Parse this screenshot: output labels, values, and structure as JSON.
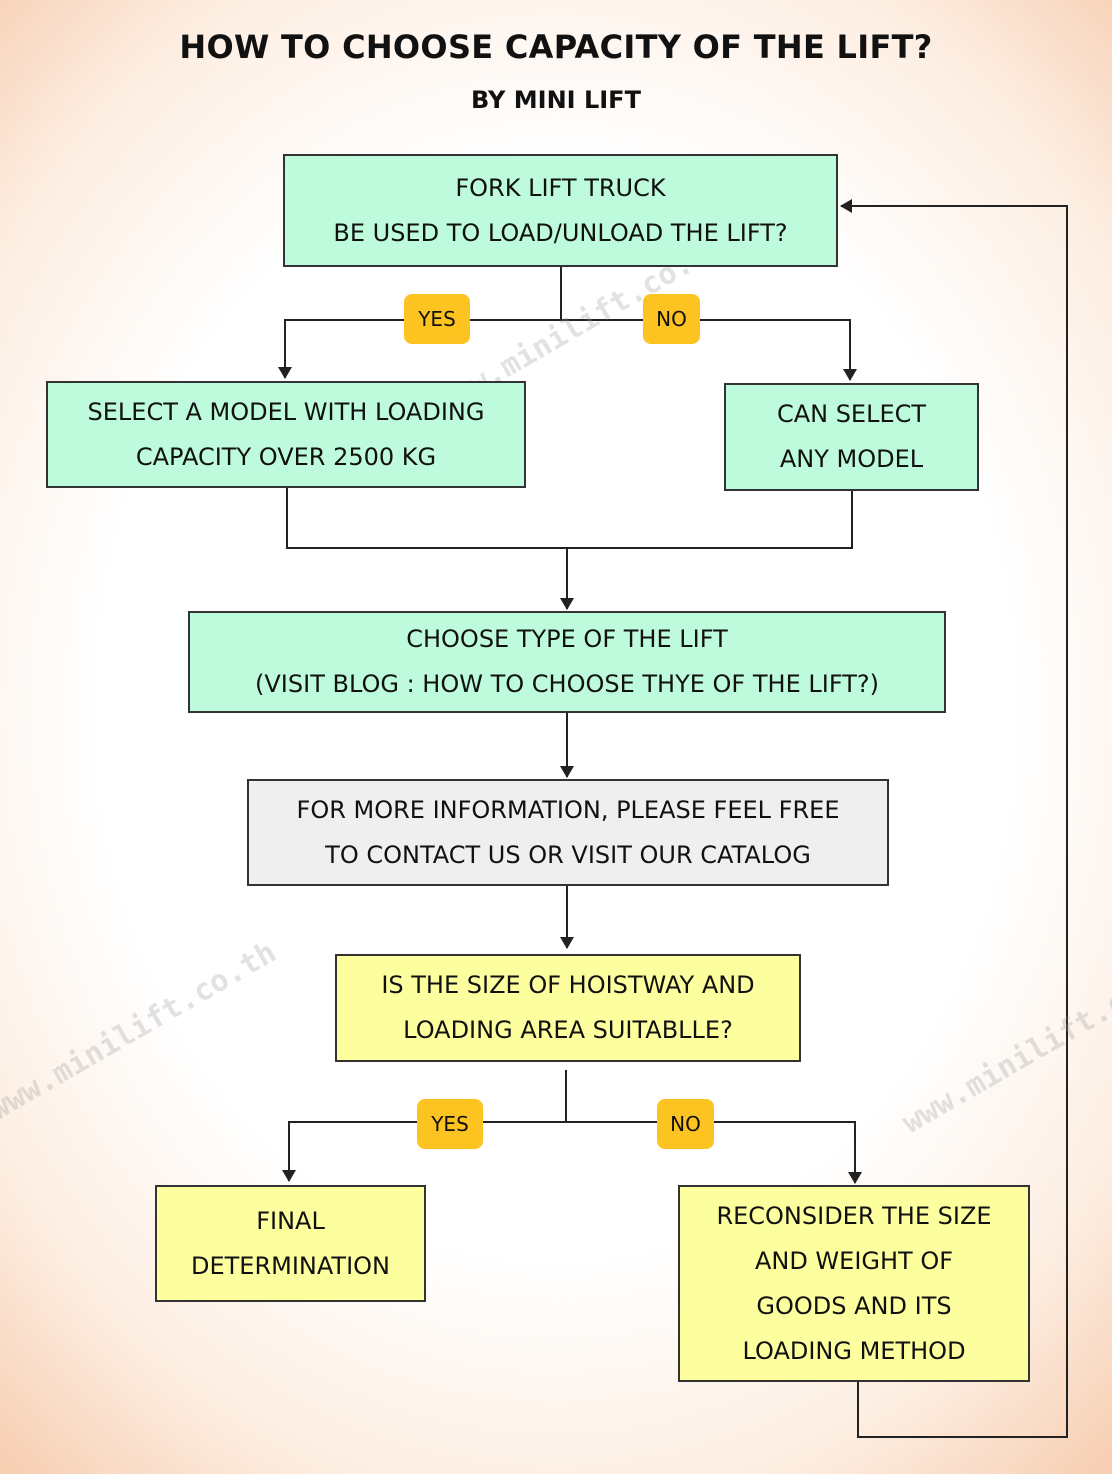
{
  "header": {
    "title": "HOW TO CHOOSE CAPACITY OF THE LIFT?",
    "subtitle": "BY MINI LIFT"
  },
  "nodes": {
    "forklift_question": {
      "lines": [
        "FORK LIFT TRUCK",
        "BE USED TO LOAD/UNLOAD THE LIFT?"
      ]
    },
    "select_model_2500": {
      "lines": [
        "SELECT A MODEL WITH LOADING",
        "CAPACITY OVER 2500 KG"
      ]
    },
    "any_model": {
      "lines": [
        "CAN SELECT",
        "ANY MODEL"
      ]
    },
    "choose_type": {
      "lines": [
        "CHOOSE TYPE OF THE LIFT",
        "(VISIT BLOG : HOW TO CHOOSE THYE OF THE LIFT?)"
      ]
    },
    "more_info": {
      "lines": [
        "FOR MORE INFORMATION, PLEASE FEEL FREE",
        "TO CONTACT US OR VISIT OUR CATALOG"
      ]
    },
    "size_question": {
      "lines": [
        "IS THE SIZE OF HOISTWAY AND",
        "LOADING AREA SUITABLLE?"
      ]
    },
    "final": {
      "lines": [
        "FINAL",
        "DETERMINATION"
      ]
    },
    "reconsider": {
      "lines": [
        "RECONSIDER THE SIZE",
        "AND WEIGHT OF",
        "GOODS AND ITS",
        "LOADING METHOD"
      ]
    }
  },
  "decisions": {
    "forklift_yes": "YES",
    "forklift_no": "NO",
    "size_yes": "YES",
    "size_no": "NO"
  },
  "watermark": {
    "text_a": "www.minilift.co.th",
    "text_b": "www.minilift.co.th",
    "text_c": "www.minilift.co.th"
  },
  "colors": {
    "process_green": "#bdfbdc",
    "info_grey": "#efefef",
    "decision_yellow": "#fdff9e",
    "badge_amber": "#fcc321",
    "line": "#222222"
  }
}
